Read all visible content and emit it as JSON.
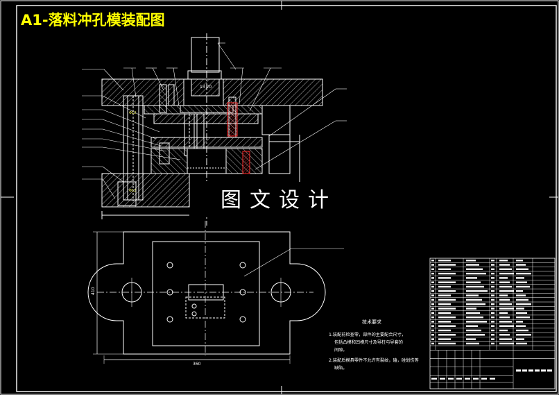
{
  "title": "A1-落料冲孔模装配图",
  "watermark": "图文设计",
  "tech_requirements": {
    "heading": "技术要求",
    "lines": [
      "1.装配前检查零，部件的主要配合尺寸，",
      "包括凸模和凹模尺寸及导柱与导套的",
      "间隙。",
      "2.装配后模具零件不允许有裂纹，磕，碰划伤等",
      "缺陷。"
    ]
  },
  "dimensions": {
    "plan_width": "360",
    "plan_height": "410",
    "stroke_label": "13 20"
  },
  "colors": {
    "line": "#ffffff",
    "title": "#ffff00",
    "section_red": "#ff2a2a",
    "label_yellow": "#ffff66"
  }
}
